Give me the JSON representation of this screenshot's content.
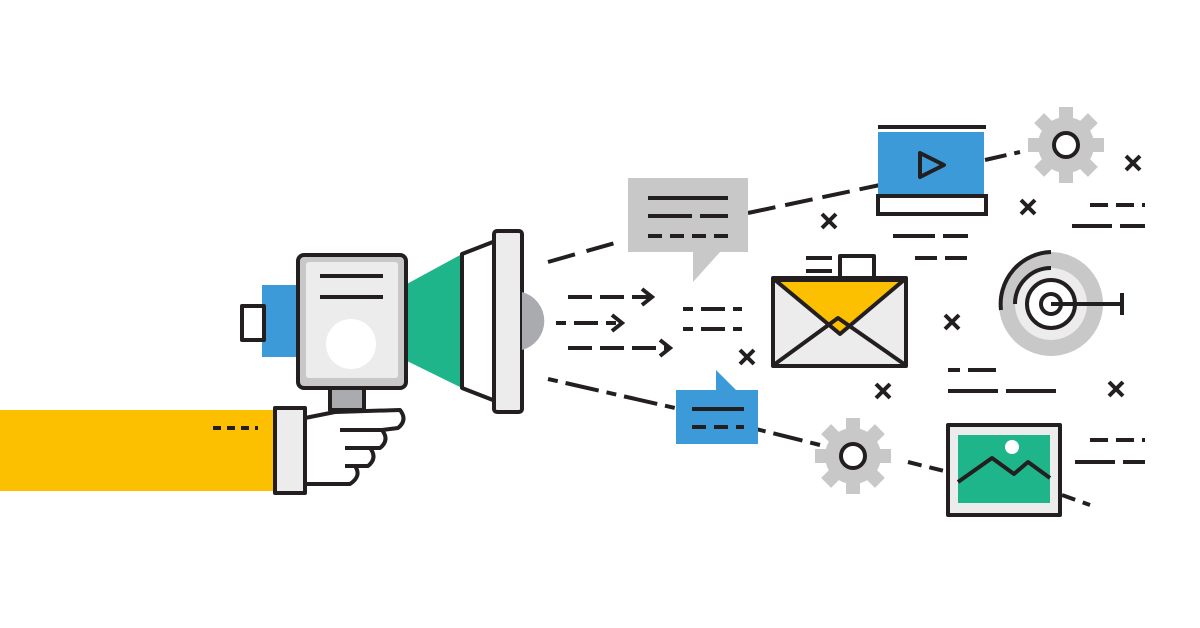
{
  "illustration": {
    "theme": "digital-marketing-megaphone",
    "elements": [
      "hand-holding-megaphone",
      "speech-bubbles",
      "video-player",
      "email-envelope",
      "target",
      "gears",
      "image-frame",
      "arrows",
      "x-marks"
    ]
  },
  "colors": {
    "outline": "#231f20",
    "yellow": "#fcc000",
    "blue": "#3d9ad9",
    "green": "#1fb58b",
    "light_gray": "#ececec",
    "mid_gray": "#c8c8c8",
    "dark_gray": "#a9abae",
    "background": "#ffffff"
  }
}
